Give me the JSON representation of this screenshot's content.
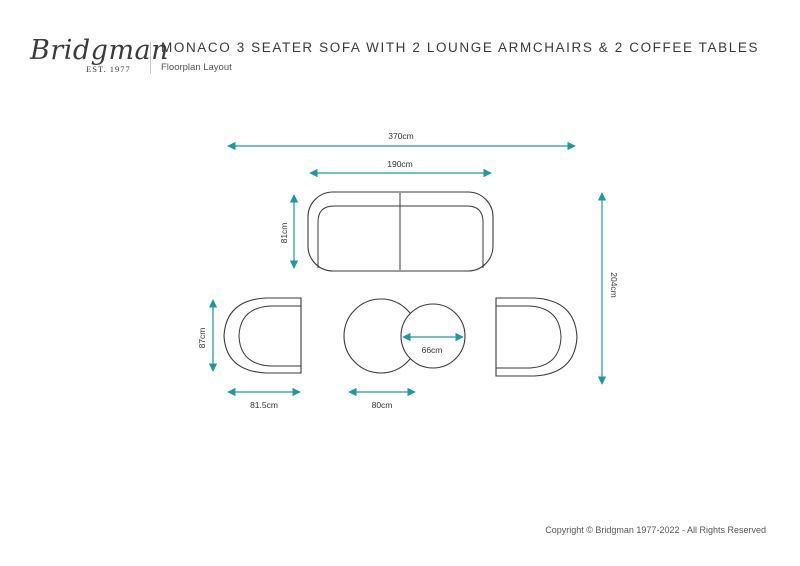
{
  "brand": {
    "name": "Bridgman",
    "established": "EST. 1977"
  },
  "header": {
    "title": "MONACO 3 SEATER SOFA WITH 2 LOUNGE ARMCHAIRS & 2 COFFEE TABLES",
    "subtitle": "Floorplan Layout"
  },
  "dimensions": {
    "overall_width": "370cm",
    "sofa_width": "190cm",
    "sofa_depth": "81cm",
    "overall_depth": "204cm",
    "armchair_depth": "87cm",
    "armchair_width": "81.5cm",
    "large_table": "80cm",
    "small_table": "66cm"
  },
  "footer": {
    "copyright": "Copyright © Bridgman 1977-2022 - All Rights Reserved"
  },
  "colors": {
    "dimension": "#1b9aa0",
    "outline": "#3a3a3a"
  }
}
